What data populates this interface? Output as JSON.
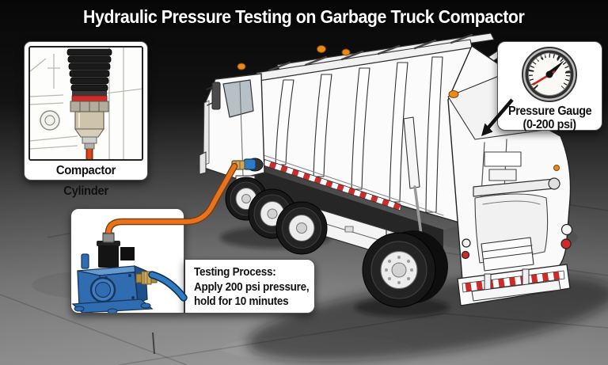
{
  "title": "Hydraulic Pressure Testing on Garbage Truck Compactor",
  "callouts": {
    "compactor_cylinder": {
      "label": "Compactor Cylinder"
    },
    "pressure_gauge": {
      "label_line1": "Pressure Gauge",
      "label_line2": "(0-200 psi)"
    },
    "testing_process": {
      "line1": "Testing Process:",
      "line2": "Apply 200 psi pressure,",
      "line3": "hold for 10 minutes"
    }
  },
  "scene": {
    "subject": "garbage-truck-line-art-illustration",
    "icons": {
      "gauge": "pressure-gauge-icon",
      "pump": "hydraulic-pump-icon",
      "cylinder": "compactor-cylinder-icon",
      "arrow": "pointer-arrow-icon"
    },
    "colors": {
      "hose_orange": "#e8731f",
      "hose_orange_dark": "#7a3b0c",
      "hose_blue": "#2e7bc4",
      "hose_blue_dark": "#0f3357",
      "pump_blue": "#2f6cb0",
      "pump_blue_light": "#6699cf",
      "pump_blue_dark": "#1d4f8a",
      "pump_outline": "#16365c",
      "stripe_red": "#cf2b2b",
      "beacon_amber": "#e8891a",
      "needle_red": "#cc2222",
      "brass": "#c9a860",
      "floor_gray": "#7d7d7d",
      "background_dark": "#0b0b0b"
    }
  }
}
